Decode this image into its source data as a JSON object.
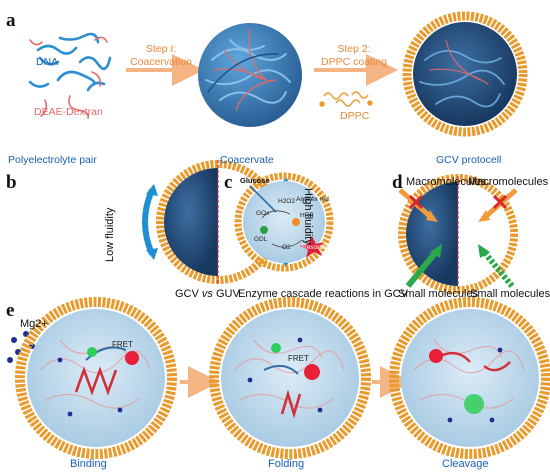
{
  "panels": {
    "a": "a",
    "b": "b",
    "c": "c",
    "d": "d",
    "e": "e"
  },
  "panel_a": {
    "dna": "DNA",
    "deae": "DEAE-Dextran",
    "polyelectrolyte": "Polyelectrolyte pair",
    "step1_line1": "Step I:",
    "step1_line2": "Coacervation",
    "coacervate": "Coacervate",
    "step2_line1": "Step 2:",
    "step2_line2": "DPPC coating",
    "dppc": "DPPC",
    "protocell": "GCV protocell"
  },
  "panel_b": {
    "low": "Low fluidity",
    "high": "High fluidity",
    "caption_left": "GCV ",
    "caption_vs": "vs",
    "caption_right": " GUV"
  },
  "panel_c": {
    "glucose": "Glucose",
    "amplex": "Amplex red",
    "gox": "GOx",
    "h2o2": "H2O2",
    "hrp": "HRP",
    "gdl": "GDL",
    "o2": "O2",
    "resorufin": "Resorufin",
    "caption": "Enzyme cascade reactions in GCV"
  },
  "panel_d": {
    "macro_left": "Macromolecules",
    "macro_right": "Macromolecules",
    "small_left": "Small molecules",
    "small_right": "Small molecules"
  },
  "panel_e": {
    "mg": "Mg2+",
    "fret1": "FRET",
    "fret2": "FRET",
    "binding": "Binding",
    "folding": "Folding",
    "cleavage": "Cleavage"
  },
  "colors": {
    "membrane": "#e89a2c",
    "membrane_dark": "#b8651a",
    "dna": "#2d8fd0",
    "dextran": "#e36a6a",
    "interior": "#b9d9ee",
    "label_blue": "#1a5fb4",
    "label_orange": "#e8883a",
    "arrow_orange": "#f4b483",
    "fluidity_arrow": "#1e8fd0",
    "green_arrow": "#2aa84a"
  }
}
